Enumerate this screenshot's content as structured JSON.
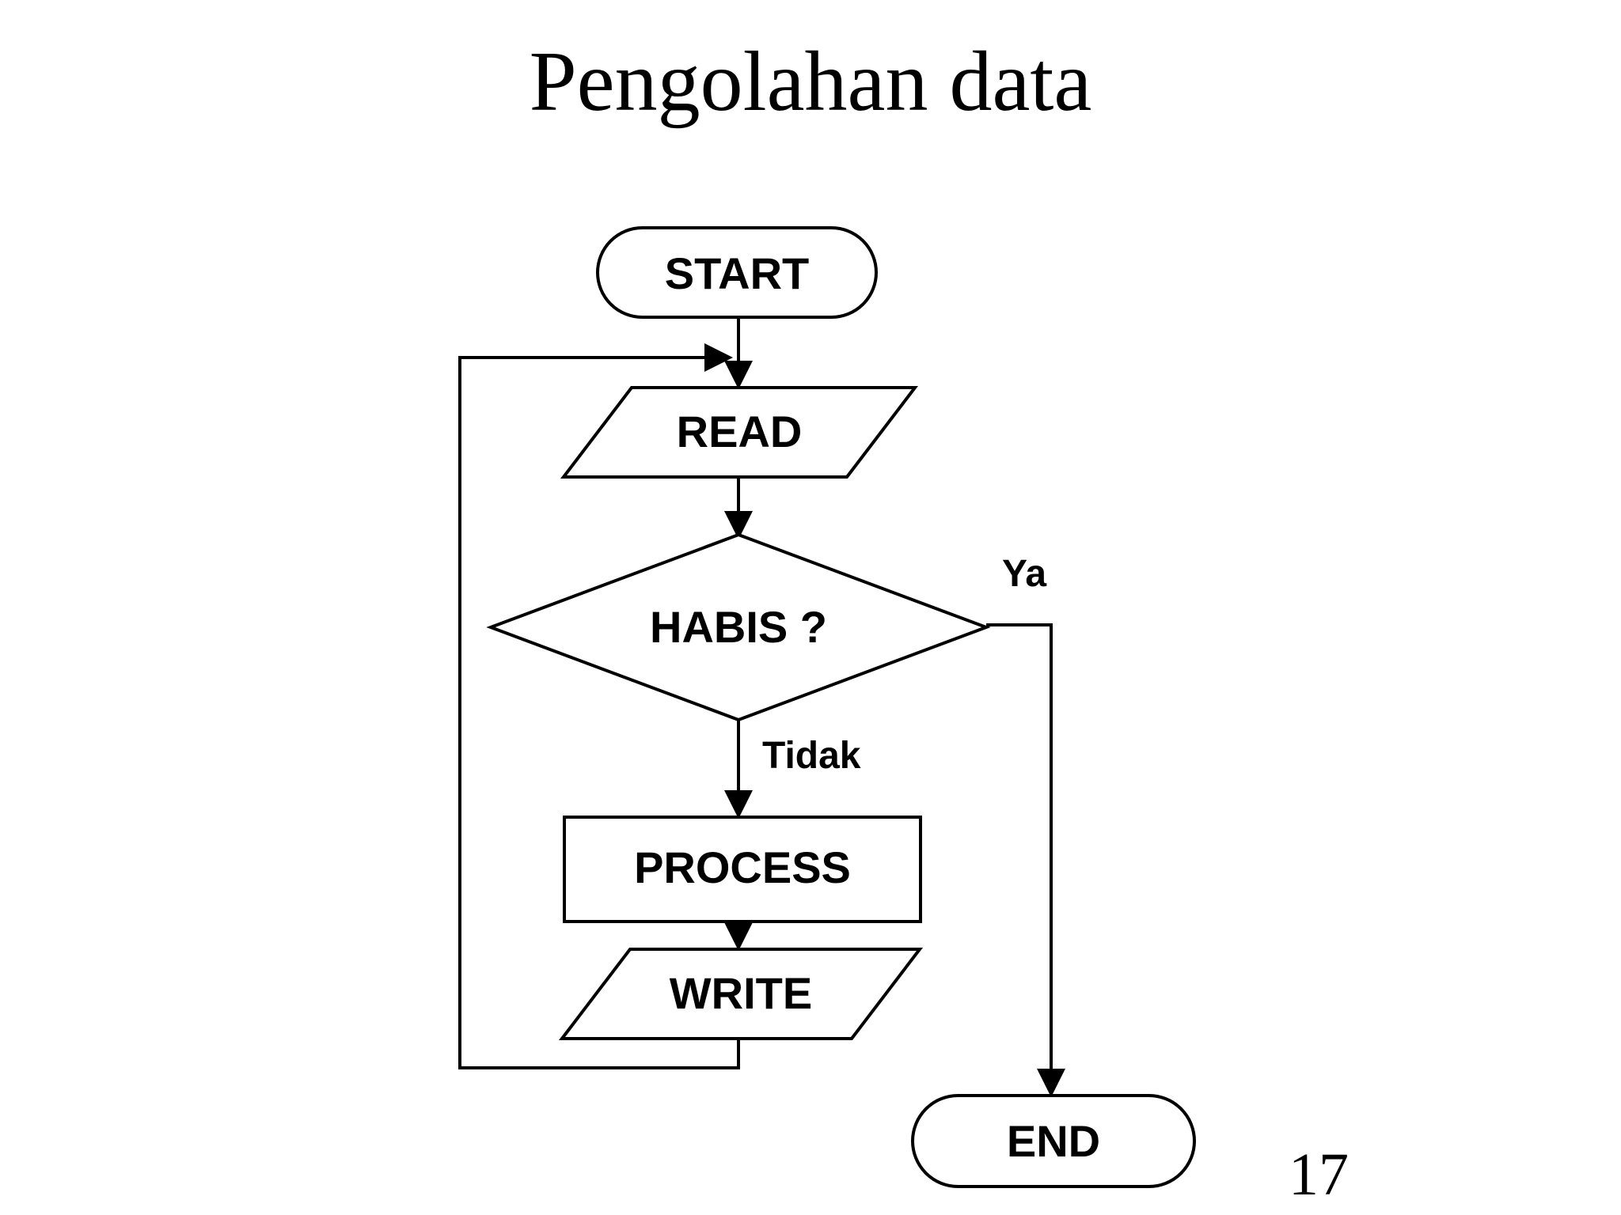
{
  "slide": {
    "title": "Pengolahan data",
    "page_number": "17",
    "background_color": "#ffffff",
    "stroke_color": "#000000",
    "text_color": "#000000"
  },
  "flowchart": {
    "type": "flowchart",
    "orientation": "top-to-bottom",
    "nodes": [
      {
        "id": "start",
        "shape": "terminator",
        "label": "START"
      },
      {
        "id": "read",
        "shape": "parallelogram",
        "label": "READ"
      },
      {
        "id": "habis",
        "shape": "diamond",
        "label": "HABIS ?"
      },
      {
        "id": "process",
        "shape": "rectangle",
        "label": "PROCESS"
      },
      {
        "id": "write",
        "shape": "parallelogram",
        "label": "WRITE"
      },
      {
        "id": "end",
        "shape": "terminator",
        "label": "END"
      }
    ],
    "edges": [
      {
        "from": "start",
        "to": "read",
        "label": ""
      },
      {
        "from": "read",
        "to": "habis",
        "label": ""
      },
      {
        "from": "habis",
        "to": "end",
        "label": "Ya"
      },
      {
        "from": "habis",
        "to": "process",
        "label": "Tidak"
      },
      {
        "from": "process",
        "to": "write",
        "label": ""
      },
      {
        "from": "write",
        "to": "read",
        "label": ""
      }
    ],
    "edge_labels": {
      "yes": "Ya",
      "no": "Tidak"
    }
  }
}
